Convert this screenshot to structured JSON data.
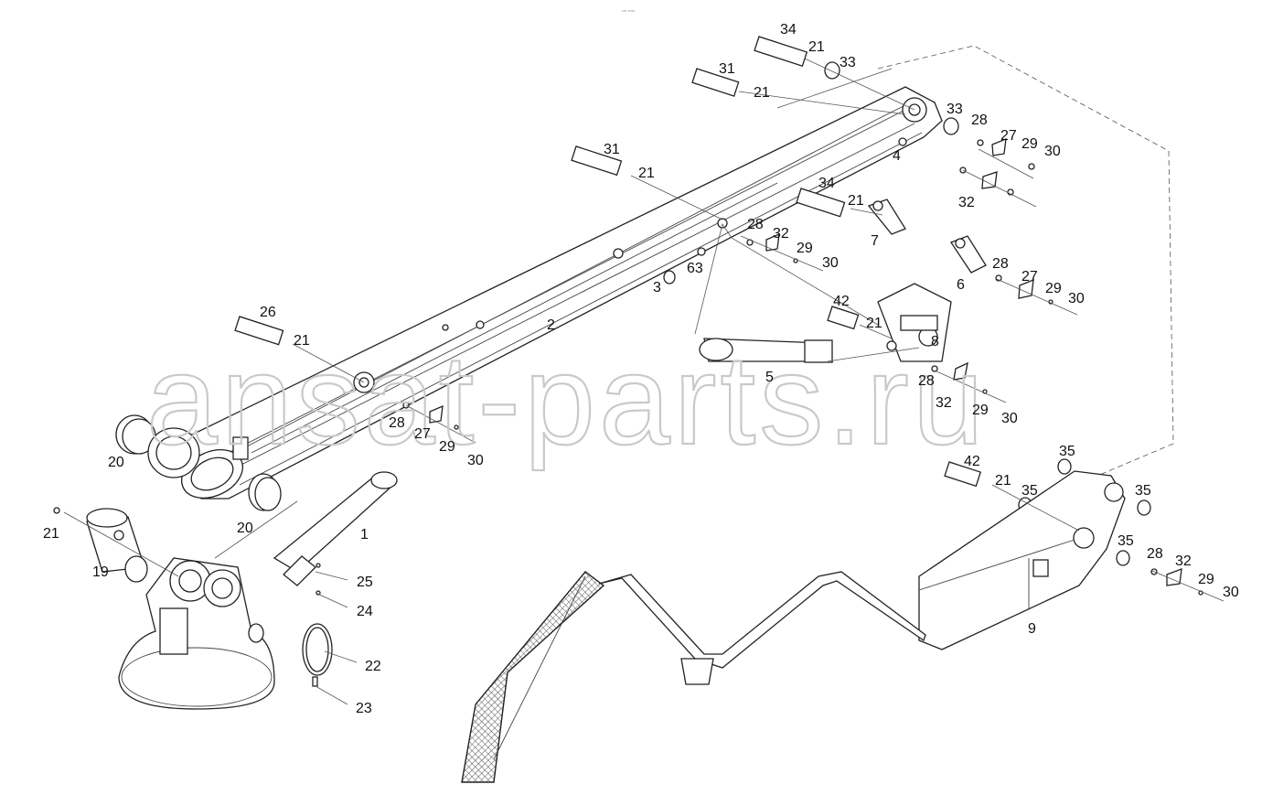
{
  "header": {
    "corner_mark": "▫▫ ▫▫▫"
  },
  "watermark": "ansat-parts.ru",
  "callouts": [
    {
      "text": "34"
    },
    {
      "text": "21"
    },
    {
      "text": "33"
    },
    {
      "text": "31"
    },
    {
      "text": "21"
    },
    {
      "text": "33"
    },
    {
      "text": "28"
    },
    {
      "text": "27"
    },
    {
      "text": "29"
    },
    {
      "text": "30"
    },
    {
      "text": "4"
    },
    {
      "text": "32"
    },
    {
      "text": "31"
    },
    {
      "text": "21"
    },
    {
      "text": "34"
    },
    {
      "text": "21"
    },
    {
      "text": "7"
    },
    {
      "text": "28"
    },
    {
      "text": "32"
    },
    {
      "text": "29"
    },
    {
      "text": "30"
    },
    {
      "text": "63"
    },
    {
      "text": "3"
    },
    {
      "text": "6"
    },
    {
      "text": "28"
    },
    {
      "text": "27"
    },
    {
      "text": "29"
    },
    {
      "text": "30"
    },
    {
      "text": "2"
    },
    {
      "text": "26"
    },
    {
      "text": "21"
    },
    {
      "text": "42"
    },
    {
      "text": "21"
    },
    {
      "text": "8"
    },
    {
      "text": "5"
    },
    {
      "text": "28"
    },
    {
      "text": "32"
    },
    {
      "text": "29"
    },
    {
      "text": "30"
    },
    {
      "text": "28"
    },
    {
      "text": "27"
    },
    {
      "text": "29"
    },
    {
      "text": "30"
    },
    {
      "text": "20"
    },
    {
      "text": "20"
    },
    {
      "text": "1"
    },
    {
      "text": "21"
    },
    {
      "text": "19"
    },
    {
      "text": "25"
    },
    {
      "text": "24"
    },
    {
      "text": "22"
    },
    {
      "text": "23"
    },
    {
      "text": "35"
    },
    {
      "text": "42"
    },
    {
      "text": "21"
    },
    {
      "text": "35"
    },
    {
      "text": "35"
    },
    {
      "text": "35"
    },
    {
      "text": "28"
    },
    {
      "text": "32"
    },
    {
      "text": "29"
    },
    {
      "text": "30"
    },
    {
      "text": "9"
    }
  ]
}
